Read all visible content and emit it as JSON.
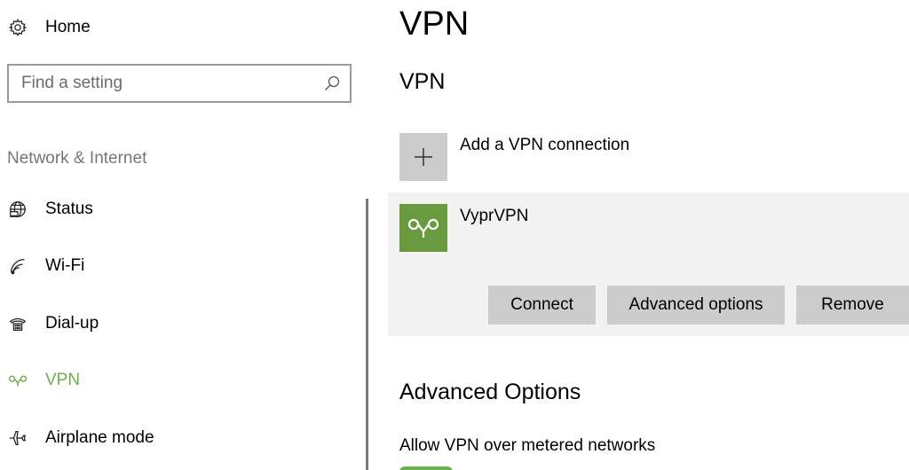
{
  "sidebar": {
    "home": {
      "label": "Home",
      "icon": "gear-icon"
    },
    "search": {
      "placeholder": "Find a setting",
      "icon": "search-icon"
    },
    "section_title": "Network & Internet",
    "items": [
      {
        "label": "Status",
        "icon": "globe-icon",
        "active": false
      },
      {
        "label": "Wi-Fi",
        "icon": "wifi-icon",
        "active": false
      },
      {
        "label": "Dial-up",
        "icon": "phone-icon",
        "active": false
      },
      {
        "label": "VPN",
        "icon": "vpn-icon",
        "active": true
      },
      {
        "label": "Airplane mode",
        "icon": "airplane-icon",
        "active": false
      }
    ]
  },
  "main": {
    "title": "VPN",
    "vpn_section": {
      "title": "VPN",
      "add_label": "Add a VPN connection",
      "connections": [
        {
          "name": "VyprVPN",
          "icon": "vyprvpn-logo-icon",
          "buttons": {
            "connect": "Connect",
            "advanced": "Advanced options",
            "remove": "Remove"
          }
        }
      ]
    },
    "advanced_section": {
      "title": "Advanced Options",
      "metered_label": "Allow VPN over metered networks"
    }
  },
  "colors": {
    "accent": "#6ab04c",
    "vpn_logo_bg": "#6a9a3f",
    "button_bg": "#cccccc",
    "card_bg": "#f2f2f2",
    "section_gray": "#767676"
  }
}
